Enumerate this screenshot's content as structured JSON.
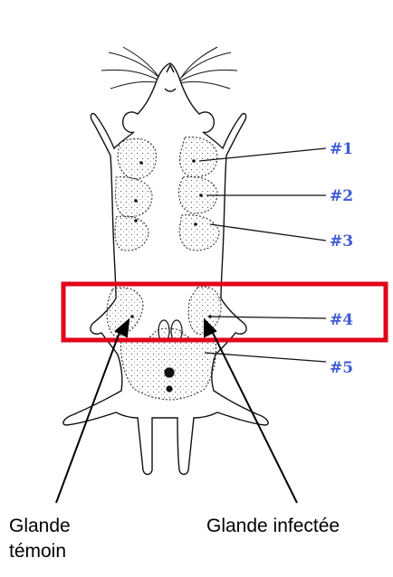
{
  "colors": {
    "label_blue": "#3f5bd6",
    "highlight_red": "#e2001a",
    "ink": "#111111"
  },
  "labels": {
    "gland_1": "#1",
    "gland_2": "#2",
    "gland_3": "#3",
    "gland_4": "#4",
    "gland_5": "#5"
  },
  "captions": {
    "control_line1": "Glande",
    "control_line2": "témoin",
    "infected": "Glande infectée"
  },
  "highlight": {
    "target": "#4"
  },
  "illustration": {
    "subject": "mouse-ventral-view",
    "icon": "mouse-outline-icon"
  }
}
